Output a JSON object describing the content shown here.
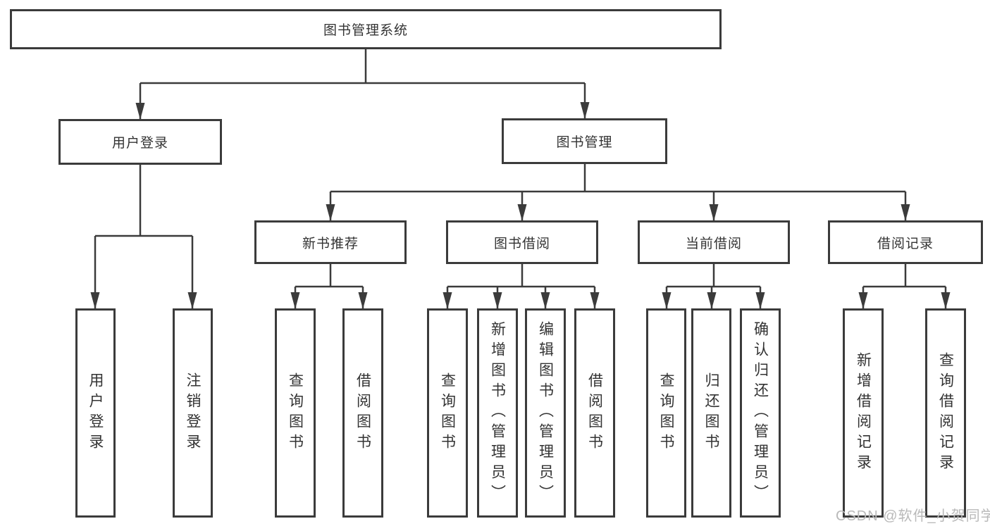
{
  "title": "图书管理系统",
  "tree": {
    "label": "图书管理系统",
    "children": [
      {
        "label": "用户登录",
        "children": [
          {
            "label": "用户登录"
          },
          {
            "label": "注销登录"
          }
        ]
      },
      {
        "label": "图书管理",
        "children": [
          {
            "label": "新书推荐",
            "children": [
              {
                "label": "查询图书"
              },
              {
                "label": "借阅图书"
              }
            ]
          },
          {
            "label": "图书借阅",
            "children": [
              {
                "label": "查询图书"
              },
              {
                "label": "新增图书（管理员）"
              },
              {
                "label": "编辑图书（管理员）"
              },
              {
                "label": "借阅图书"
              }
            ]
          },
          {
            "label": "当前借阅",
            "children": [
              {
                "label": "查询图书"
              },
              {
                "label": "归还图书"
              },
              {
                "label": "确认归还（管理员）"
              }
            ]
          },
          {
            "label": "借阅记录",
            "children": [
              {
                "label": "新增借阅记录"
              },
              {
                "label": "查询借阅记录"
              }
            ]
          }
        ]
      }
    ]
  },
  "watermark": "CSDN @软件_小贺同学",
  "colors": {
    "line": "#3b3b3b",
    "text": "#333333",
    "watermark_text": "#b9b9b9",
    "background": "#ffffff"
  }
}
